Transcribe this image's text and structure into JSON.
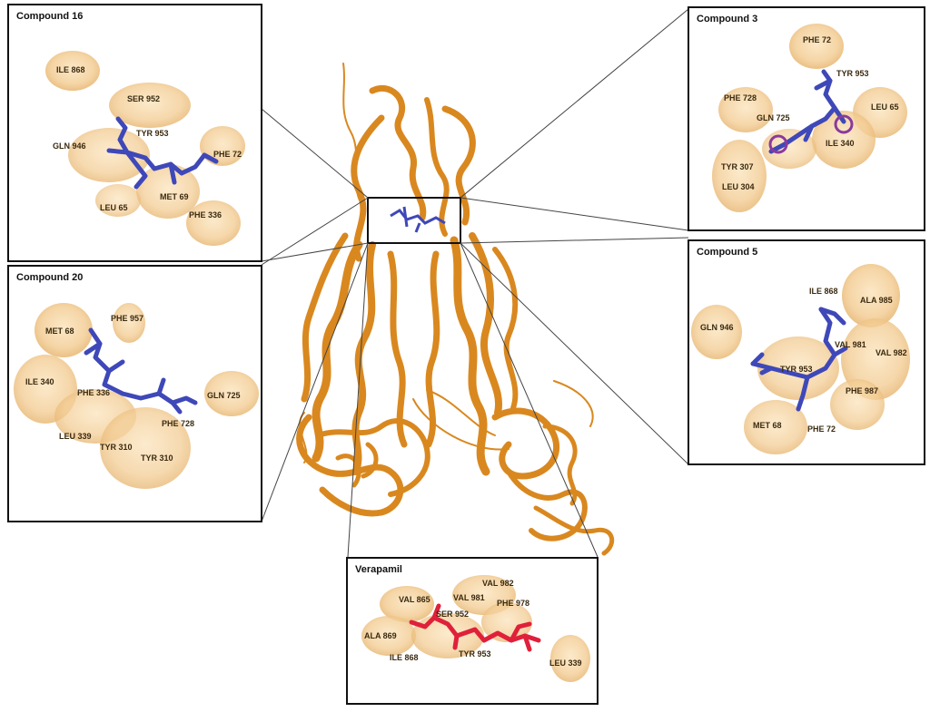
{
  "colors": {
    "protein": "#d9881f",
    "ligand": "#3f48b8",
    "reference_ligand": "#e0203a",
    "surface": "#f3cd95"
  },
  "icons": {
    "protein": "protein-ribbon-icon",
    "ligand": "ligand-stick-icon"
  },
  "panels": {
    "compound16": {
      "title": "Compound 16",
      "residues": [
        "ILE 868",
        "SER 952",
        "TYR 953",
        "GLN 946",
        "PHE 72",
        "MET 69",
        "LEU 65",
        "PHE 336"
      ]
    },
    "compound3": {
      "title": "Compound 3",
      "residues": [
        "PHE 72",
        "TYR 953",
        "PHE 728",
        "GLN 725",
        "LEU 65",
        "ILE 340",
        "TYR 307",
        "LEU 304"
      ]
    },
    "compound20": {
      "title": "Compound 20",
      "residues": [
        "MET 68",
        "PHE 957",
        "ILE 340",
        "PHE 336",
        "GLN 725",
        "PHE 728",
        "LEU 339",
        "TYR 310",
        "TYR 310"
      ]
    },
    "compound5": {
      "title": "Compound 5",
      "residues": [
        "ILE 868",
        "ALA 985",
        "GLN 946",
        "VAL 981",
        "VAL 982",
        "TYR 953",
        "PHE 987",
        "MET 68",
        "PHE 72"
      ]
    },
    "verapamil": {
      "title": "Verapamil",
      "residues": [
        "VAL 982",
        "VAL 865",
        "VAL 981",
        "PHE 978",
        "SER 952",
        "ALA 869",
        "ILE 868",
        "TYR 953",
        "LEU 339"
      ]
    }
  }
}
